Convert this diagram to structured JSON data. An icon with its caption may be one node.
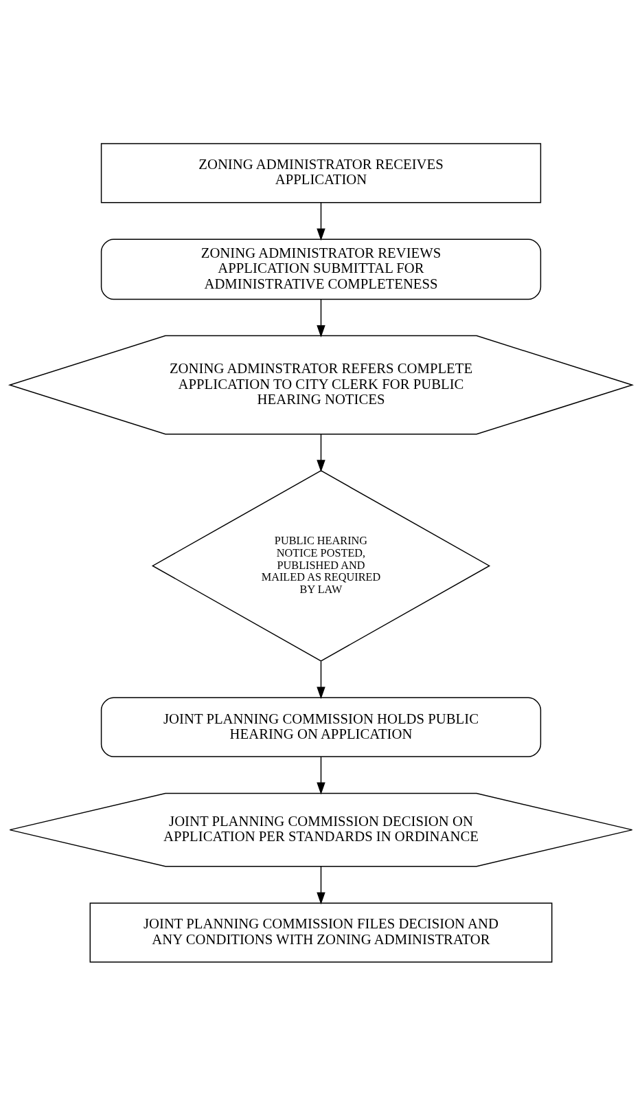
{
  "diagram": {
    "nodes": [
      {
        "text": [
          "ZONING ADMINISTRATOR RECEIVES APPLICATION"
        ]
      },
      {
        "text": [
          "ZONING ADMINISTRATOR REVIEWS APPLICATION SUBMITTAL FOR ADMINISTRATIVE COMPLETENESS"
        ]
      },
      {
        "text": [
          "ZONING ADMINSTRATOR REFERS COMPLETE APPLICATION TO CITY CLERK FOR PUBLIC HEARING NOTICES"
        ]
      },
      {
        "text": [
          "PUBLIC HEARING NOTICE POSTED, PUBLISHED AND MAILED AS REQUIRED BY LAW"
        ]
      },
      {
        "text": [
          "JOINT PLANNING COMMISSION HOLDS PUBLIC HEARING ON APPLICATION"
        ]
      },
      {
        "text": [
          "JOINT PLANNING COMMISSION DECISION ON APPLICATION PER STANDARDS IN ORDINANCE"
        ]
      },
      {
        "text": [
          "JOINT PLANNING COMMISSION FILES DECISION AND ANY CONDITIONS WITH ZONING ADMINISTRATOR"
        ]
      }
    ],
    "edges": [
      {
        "from": 0,
        "to": 1,
        "arrow": "to"
      },
      {
        "from": 1,
        "to": 2,
        "arrow": "to"
      },
      {
        "from": 2,
        "to": 3,
        "arrow": "to"
      },
      {
        "from": 3,
        "to": 4,
        "arrow": "to"
      },
      {
        "from": 4,
        "to": 5,
        "arrow": "to"
      },
      {
        "from": 5,
        "to": 6,
        "arrow": "to"
      }
    ]
  }
}
